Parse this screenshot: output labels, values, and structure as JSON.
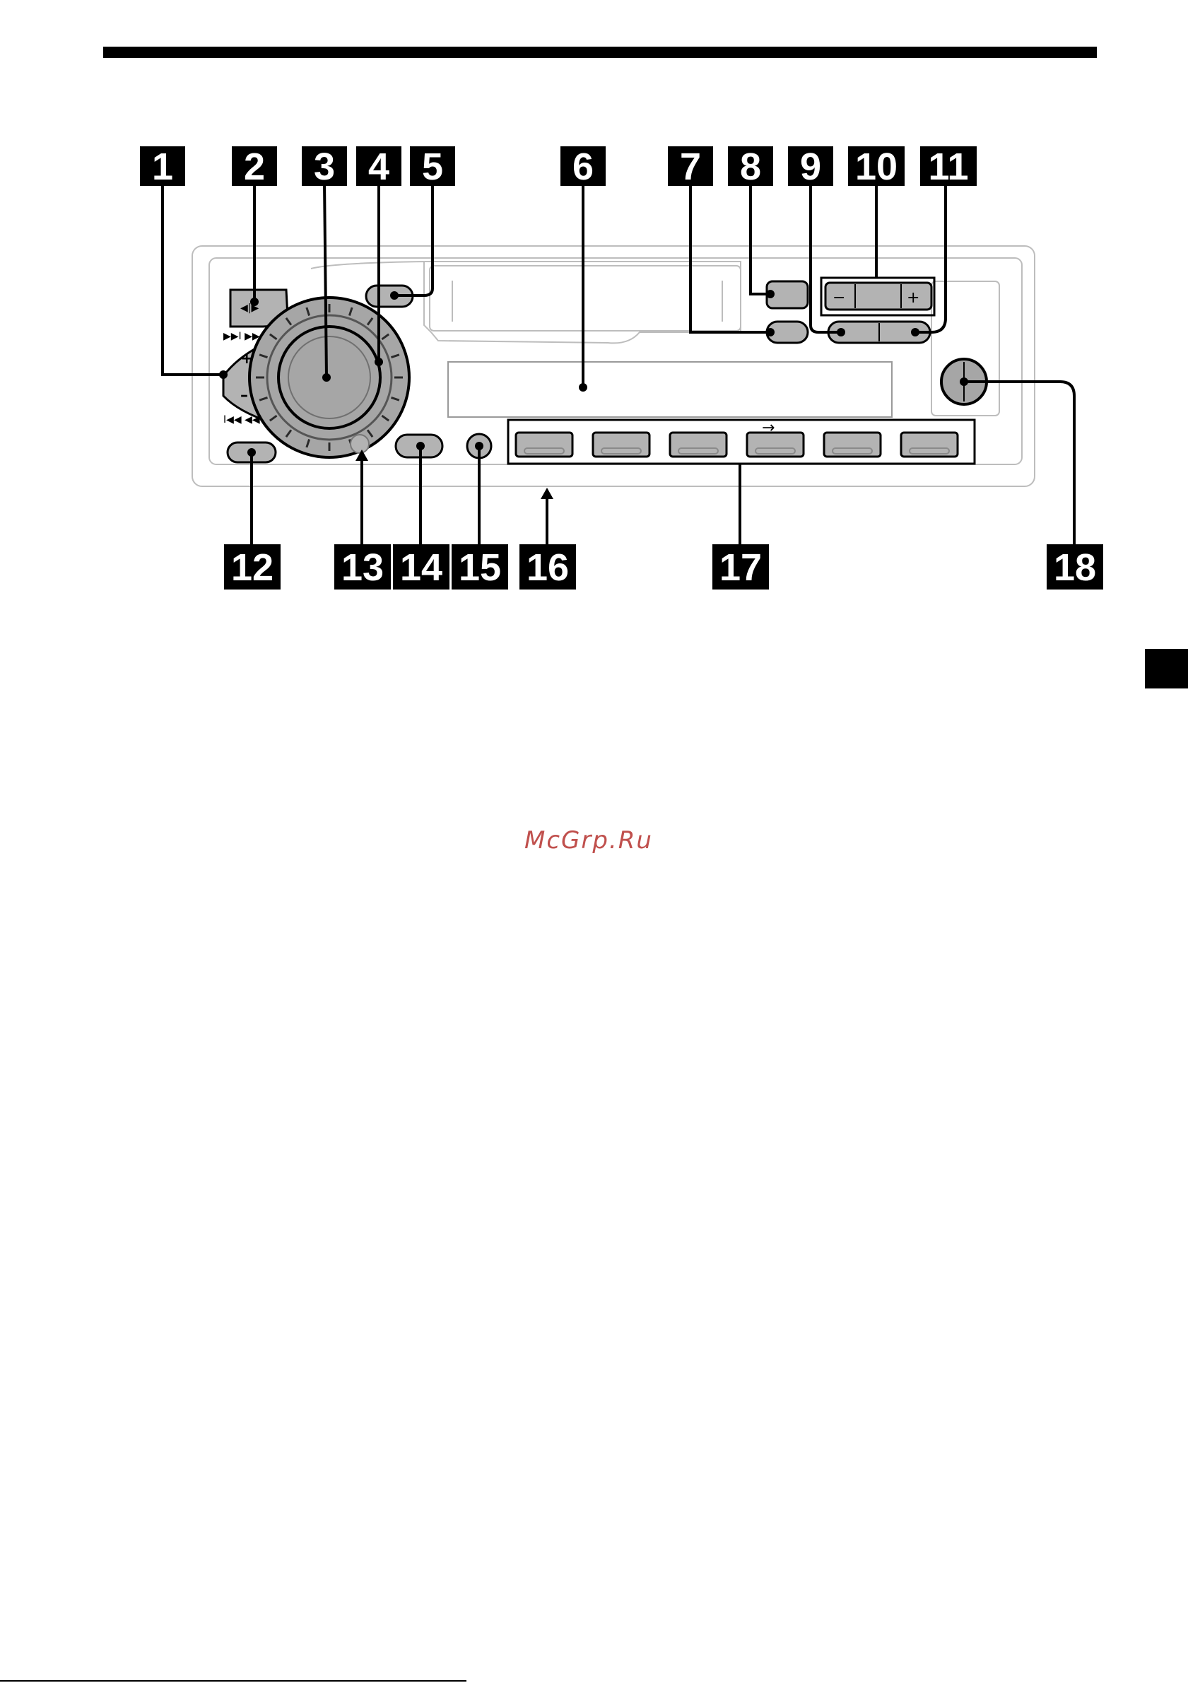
{
  "callouts": [
    "1",
    "2",
    "3",
    "4",
    "5",
    "6",
    "7",
    "8",
    "9",
    "10",
    "11",
    "12",
    "13",
    "14",
    "15",
    "16",
    "17",
    "18"
  ],
  "panel_symbols": {
    "eject": "◀|▶",
    "seek_up": "▶▶I ▶▶",
    "plus": "+",
    "minus": "–",
    "seek_down": "I◀◀ ◀◀",
    "vol_minus": "−",
    "vol_plus": "+",
    "preset_arrow": "→"
  },
  "watermark": "McGrp.Ru",
  "colors": {
    "button_fill": "#b3b3b3",
    "panel_outline": "#bdbdbd",
    "watermark": "#c0504d"
  }
}
